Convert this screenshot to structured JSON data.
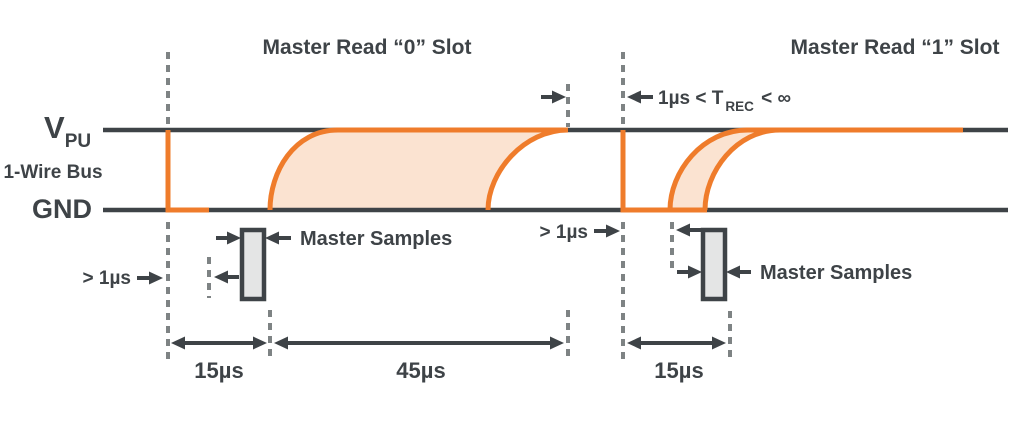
{
  "colors": {
    "background": "#FFFFFF",
    "orange": "#EF7C2B",
    "orange_fill": "#FBE3D1",
    "dark": "#3E4347",
    "dash_gray": "#7E8384",
    "sample_fill": "#E4E5E5"
  },
  "titles": {
    "read0": "Master Read “0” Slot",
    "read1": "Master Read “1” Slot"
  },
  "bus": {
    "vpu_main": "V",
    "vpu_sub": "PU",
    "bus_name": "1-Wire Bus",
    "gnd": "GND"
  },
  "annotations": {
    "trec_pre": "1µs < T",
    "trec_sub": "REC",
    "trec_post": " < ∞",
    "gt_1us_left": "> 1µs",
    "gt_1us_right": "> 1µs",
    "master_samples_left": "Master Samples",
    "master_samples_right": "Master Samples"
  },
  "dimensions": {
    "read0_initial": "15µs",
    "read0_remainder": "45µs",
    "read1_initial": "15µs"
  }
}
